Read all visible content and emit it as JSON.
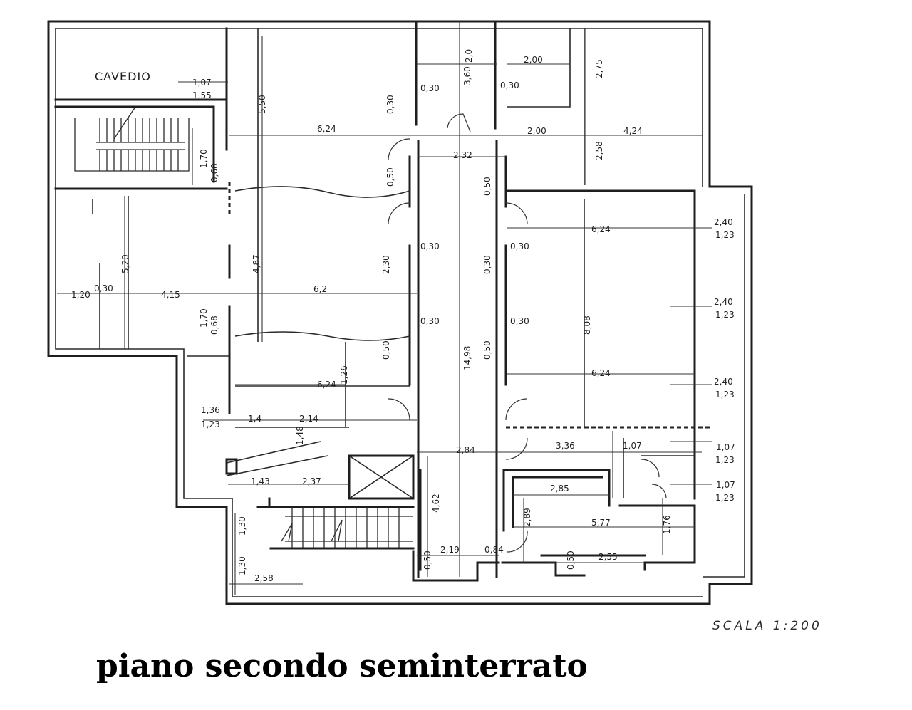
{
  "title": "piano secondo seminterrato",
  "scale": "SCALA 1:200",
  "rooms": {
    "cavedio": "CAVEDIO"
  },
  "dimensions": {
    "d_1_07_top": "1,07",
    "d_1_55": "1,55",
    "d_5_50": "5,50",
    "d_6_24_top": "6,24",
    "d_0_30_a": "0,30",
    "d_0_30_b": "0,30",
    "d_3_60": "3,60",
    "d_2_0_top": "2,0",
    "d_0_30_c": "0,30",
    "d_2_00_top": "2,00",
    "d_2_75": "2,75",
    "d_2_00_mid": "2,00",
    "d_4_24": "4,24",
    "d_2_58_top": "2,58",
    "d_2_32": "2,32",
    "d_1_70_a": "1,70",
    "d_0_68_a": "0,68",
    "d_0_50_a": "0,50",
    "d_0_50_b": "0,50",
    "d_2_40_a": "2,40",
    "d_1_23_a": "1,23",
    "d_6_24_right_a": "6,24",
    "d_4_87": "4,87",
    "d_5_20": "5,20",
    "d_2_30": "2,30",
    "d_0_30_d": "0,30",
    "d_0_30_e": "0,30",
    "d_0_30_f": "0,30",
    "d_8_08": "8,08",
    "d_1_20": "1,20",
    "d_0_30_g": "0,30",
    "d_4_15": "4,15",
    "d_6_2": "6,2",
    "d_2_40_b": "2,40",
    "d_1_23_b": "1,23",
    "d_1_70_b": "1,70",
    "d_0_68_b": "0,68",
    "d_0_30_h": "0,30",
    "d_0_30_i": "0,30",
    "d_0_50_c": "0,50",
    "d_14_98": "14,98",
    "d_0_50_d": "0,50",
    "d_6_24_right_b": "6,24",
    "d_6_24_left": "6,24",
    "d_1_26": "1,26",
    "d_2_40_c": "2,40",
    "d_1_23_c": "1,23",
    "d_1_36": "1,36",
    "d_1_23_d": "1,23",
    "d_1_4": "1,4",
    "d_2_14": "2,14",
    "d_1_48": "1,48",
    "d_2_84": "2,84",
    "d_3_36": "3,36",
    "d_1_07_mid": "1,07",
    "d_1_07_r": "1,07",
    "d_1_23_e": "1,23",
    "d_1_43": "1,43",
    "d_2_37": "2,37",
    "d_4_62": "4,62",
    "d_2_85": "2,85",
    "d_1_07_low": "1,07",
    "d_1_23_f": "1,23",
    "d_2_89": "2,89",
    "d_5_77": "5,77",
    "d_1_76": "1,76",
    "d_1_30_a": "1,30",
    "d_1_30_b": "1,30",
    "d_0_50_e": "0,50",
    "d_2_19": "2,19",
    "d_0_84": "0,84",
    "d_0_50_f": "0,50",
    "d_2_55": "2,55",
    "d_2_58": "2,58"
  }
}
